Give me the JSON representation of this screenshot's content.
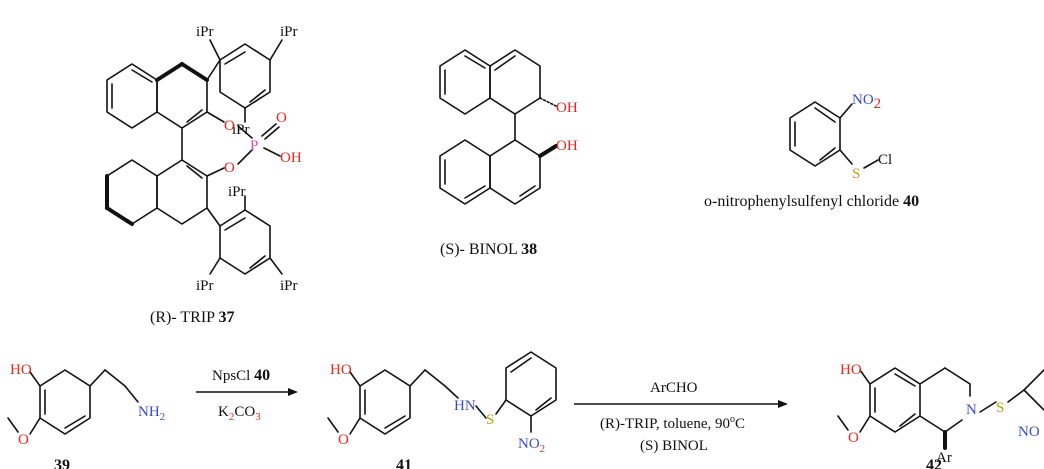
{
  "compounds": {
    "trip": {
      "caption": "(R)- TRIP ",
      "number": "37",
      "ipr": "iPr",
      "p": "P",
      "o": "O",
      "oh": "OH"
    },
    "binol": {
      "caption": "(S)- BINOL ",
      "number": "38",
      "oh": "OH"
    },
    "nps": {
      "caption": "o-nitrophenylsulfenyl chloride ",
      "number": "40",
      "no2": "NO",
      "sub2": "2",
      "s": "S",
      "cl": "Cl"
    },
    "c39": {
      "number": "39",
      "ho": "HO",
      "nh2": "NH",
      "sub2": "2"
    },
    "c41": {
      "number": "41",
      "ho": "HO",
      "hn": "HN",
      "s": "S",
      "no2": "NO",
      "sub2": "2"
    },
    "c42": {
      "number": "42",
      "ho": "HO",
      "n": "N",
      "s": "S",
      "ar": "Ar",
      "no": "NO"
    }
  },
  "arrow1": {
    "reagent": "NpsCl ",
    "reagent_num": "40",
    "base": "K",
    "base_sub": "2",
    "base_rest": "CO",
    "base_sub3": "3"
  },
  "arrow2": {
    "above": "ArCHO",
    "below1": "(R)-TRIP, toluene, 90",
    "deg": "o",
    "below1b": "C",
    "below2": "(S) BINOL"
  }
}
